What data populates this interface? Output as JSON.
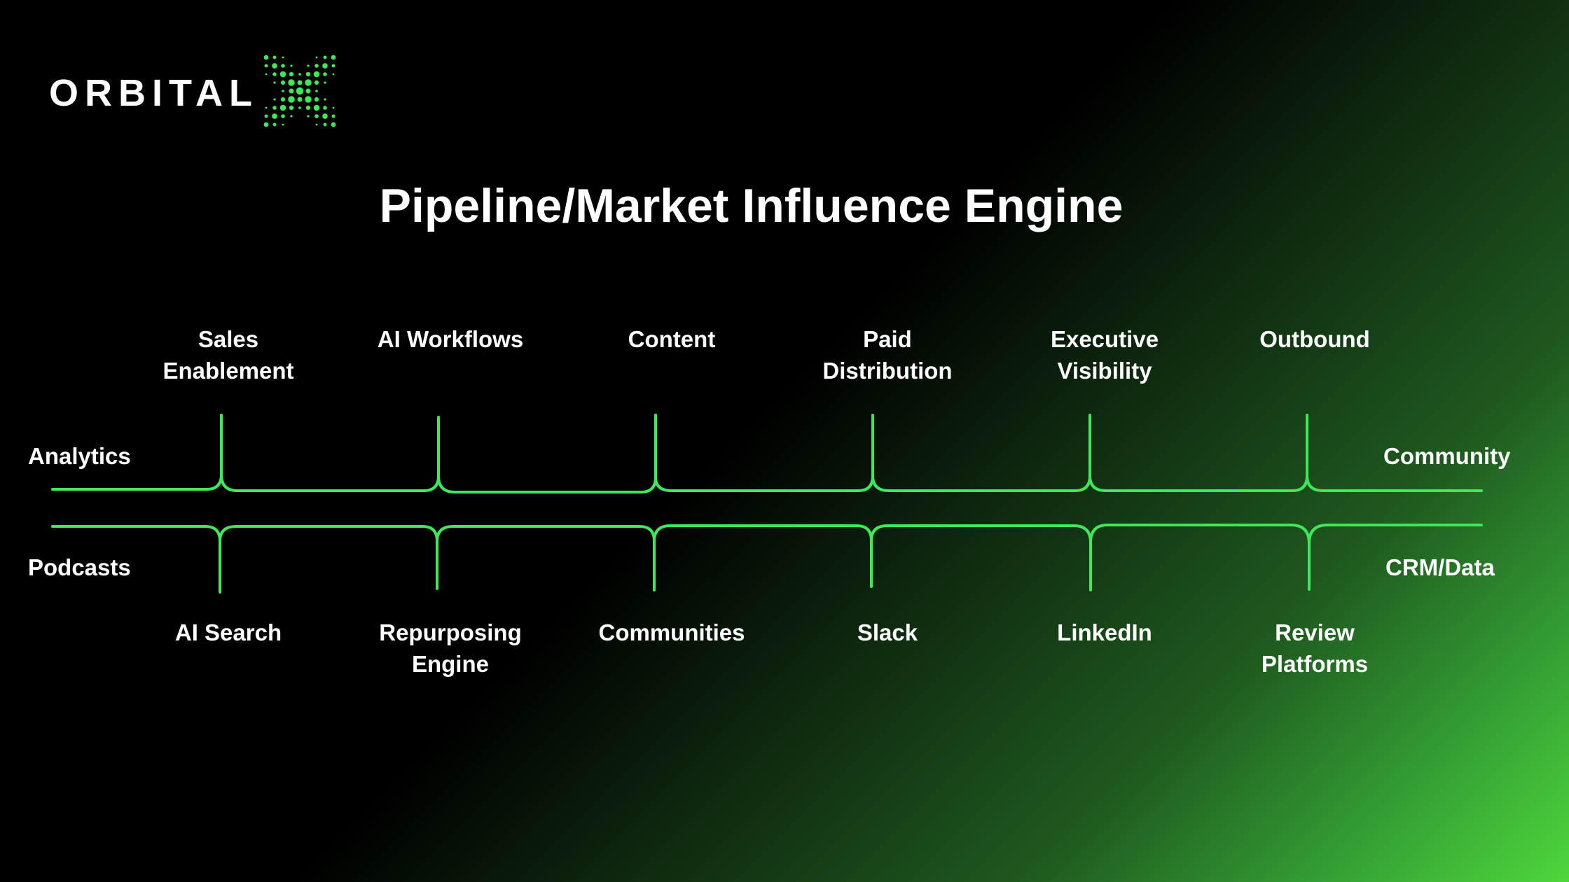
{
  "brand": {
    "name": "ORBITAL",
    "accent_color": "#3ee85a",
    "mark_icon": "x-dots-mark"
  },
  "title": "Pipeline/Market Influence Engine",
  "diagram": {
    "line_color": "#3ee85a",
    "top_labels": [
      "Sales\nEnablement",
      "AI Workflows",
      "Content",
      "Paid\nDistribution",
      "Executive\nVisibility",
      "Outbound"
    ],
    "bottom_labels": [
      "AI Search",
      "Repurposing\nEngine",
      "Communities",
      "Slack",
      "LinkedIn",
      "Review\nPlatforms"
    ],
    "left_labels": {
      "top": "Analytics",
      "bottom": "Podcasts"
    },
    "right_labels": {
      "top": "Community",
      "bottom": "CRM/Data"
    }
  }
}
